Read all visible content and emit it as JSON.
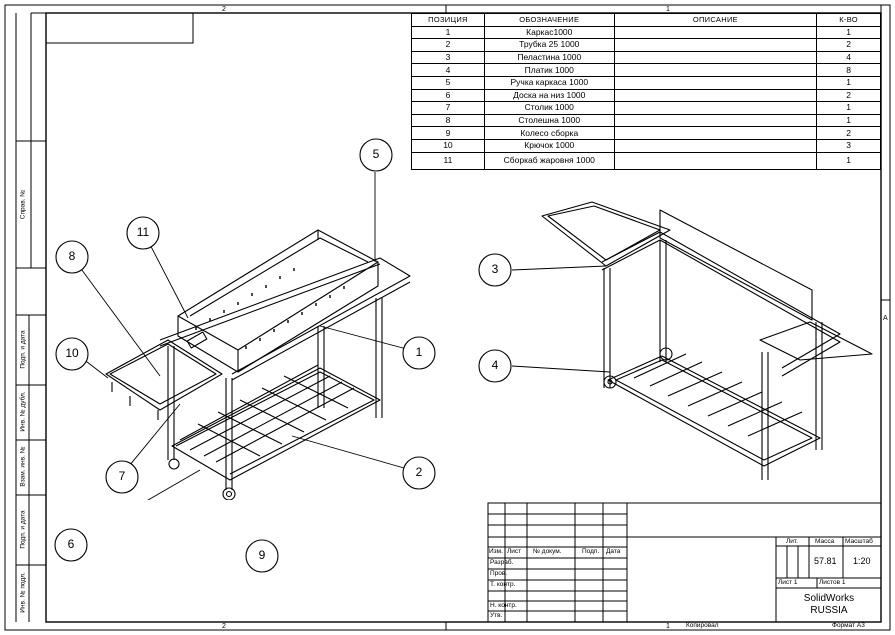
{
  "zone_labels": {
    "top_2": "2",
    "top_1": "1",
    "bottom_2": "2",
    "bottom_1": "1",
    "right_a": "A"
  },
  "bom": {
    "headers": [
      "ПОЗИЦИЯ",
      "ОБОЗНАЧЕНИЕ",
      "ОПИСАНИЕ",
      "К-ВО"
    ],
    "rows": [
      {
        "pos": "1",
        "name": "Каркас1000",
        "desc": "",
        "qty": "1"
      },
      {
        "pos": "2",
        "name": "Трубка 25 1000",
        "desc": "",
        "qty": "2"
      },
      {
        "pos": "3",
        "name": "Пеластина 1000",
        "desc": "",
        "qty": "4"
      },
      {
        "pos": "4",
        "name": "Платик 1000",
        "desc": "",
        "qty": "8"
      },
      {
        "pos": "5",
        "name": "Ручка каркаса 1000",
        "desc": "",
        "qty": "1"
      },
      {
        "pos": "6",
        "name": "Доска на низ 1000",
        "desc": "",
        "qty": "2"
      },
      {
        "pos": "7",
        "name": "Столик 1000",
        "desc": "",
        "qty": "1"
      },
      {
        "pos": "8",
        "name": "Столешна 1000",
        "desc": "",
        "qty": "1"
      },
      {
        "pos": "9",
        "name": "Колесо сборка",
        "desc": "",
        "qty": "2"
      },
      {
        "pos": "10",
        "name": "Крючок 1000",
        "desc": "",
        "qty": "3"
      },
      {
        "pos": "11",
        "name": "Сборкаб жаровня 1000",
        "desc": "",
        "qty": "1"
      }
    ]
  },
  "balloons": [
    "1",
    "2",
    "3",
    "4",
    "5",
    "6",
    "7",
    "8",
    "9",
    "10",
    "11"
  ],
  "side_strip": {
    "sprav": "Справ. №",
    "podp_data_1": "Подп. и дата",
    "inv_dubl": "Инв. № дубл.",
    "vzam_inv": "Взам. инв. №",
    "podp_data_2": "Подп. и дата",
    "inv_podl": "Инв. № подл."
  },
  "title_block": {
    "col_izm": "Изм.",
    "col_list": "Лист",
    "col_docum": "№ докум.",
    "col_podp": "Подп.",
    "col_data": "Дата",
    "razrab": "Разраб.",
    "prov": "Пров.",
    "t_kontr": "Т. контр.",
    "n_kontr": "Н. контр.",
    "utv": "Утв.",
    "lit": "Лит.",
    "massa": "Масса",
    "masshtab": "Масштаб",
    "mass_value": "57.81",
    "scale_value": "1:20",
    "list": "Лист 1",
    "listov": "Листов 1",
    "company_1": "SolidWorks",
    "company_2": "RUSSIA"
  },
  "footer": {
    "kopiroval": "Копировал",
    "format": "Формат A3"
  }
}
